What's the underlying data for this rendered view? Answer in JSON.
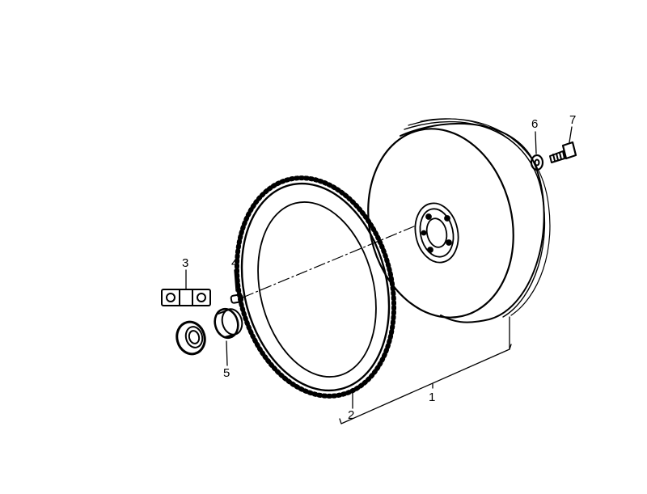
{
  "callouts": {
    "c1": "1",
    "c2": "2",
    "c3": "3",
    "c4": "4",
    "c5": "5",
    "c6": "6",
    "c7": "7"
  },
  "parts": [
    {
      "id": "1",
      "name": "flywheel-assembly"
    },
    {
      "id": "2",
      "name": "ring-gear"
    },
    {
      "id": "3",
      "name": "bracket-plate"
    },
    {
      "id": "4",
      "name": "dowel-pin"
    },
    {
      "id": "5",
      "name": "sleeve-bushing"
    },
    {
      "id": "6",
      "name": "washer"
    },
    {
      "id": "7",
      "name": "bolt"
    }
  ],
  "colors": {
    "ink": "#000000",
    "paper": "#ffffff"
  }
}
